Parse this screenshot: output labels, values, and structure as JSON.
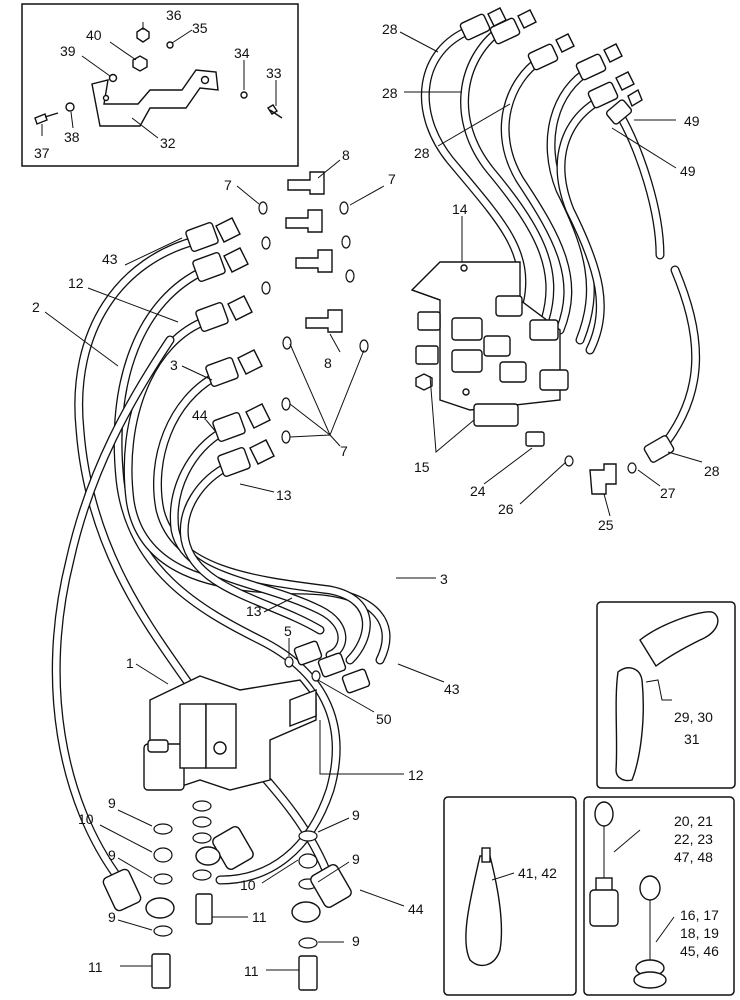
{
  "callouts": [
    {
      "id": "c36",
      "text": "36"
    },
    {
      "id": "c35",
      "text": "35"
    },
    {
      "id": "c40",
      "text": "40"
    },
    {
      "id": "c39",
      "text": "39"
    },
    {
      "id": "c34",
      "text": "34"
    },
    {
      "id": "c33",
      "text": "33"
    },
    {
      "id": "c37",
      "text": "37"
    },
    {
      "id": "c38",
      "text": "38"
    },
    {
      "id": "c32",
      "text": "32"
    },
    {
      "id": "c8a",
      "text": "8"
    },
    {
      "id": "c7a",
      "text": "7"
    },
    {
      "id": "c7b",
      "text": "7"
    },
    {
      "id": "c43a",
      "text": "43"
    },
    {
      "id": "c12a",
      "text": "12"
    },
    {
      "id": "c2",
      "text": "2"
    },
    {
      "id": "c8b",
      "text": "8"
    },
    {
      "id": "c3a",
      "text": "3"
    },
    {
      "id": "c44a",
      "text": "44"
    },
    {
      "id": "c7c",
      "text": "7"
    },
    {
      "id": "c13a",
      "text": "13"
    },
    {
      "id": "c28a",
      "text": "28"
    },
    {
      "id": "c28b",
      "text": "28"
    },
    {
      "id": "c28c",
      "text": "28"
    },
    {
      "id": "c49a",
      "text": "49"
    },
    {
      "id": "c49b",
      "text": "49"
    },
    {
      "id": "c14",
      "text": "14"
    },
    {
      "id": "c15",
      "text": "15"
    },
    {
      "id": "c24",
      "text": "24"
    },
    {
      "id": "c26",
      "text": "26"
    },
    {
      "id": "c25",
      "text": "25"
    },
    {
      "id": "c27",
      "text": "27"
    },
    {
      "id": "c28d",
      "text": "28"
    },
    {
      "id": "c3b",
      "text": "3"
    },
    {
      "id": "c13b",
      "text": "13"
    },
    {
      "id": "c5",
      "text": "5"
    },
    {
      "id": "c1",
      "text": "1"
    },
    {
      "id": "c43b",
      "text": "43"
    },
    {
      "id": "c50",
      "text": "50"
    },
    {
      "id": "c12b",
      "text": "12"
    },
    {
      "id": "c9a",
      "text": "9"
    },
    {
      "id": "c10a",
      "text": "10"
    },
    {
      "id": "c9b",
      "text": "9"
    },
    {
      "id": "c9c",
      "text": "9"
    },
    {
      "id": "c11a",
      "text": "11"
    },
    {
      "id": "c9d",
      "text": "9"
    },
    {
      "id": "c9e",
      "text": "9"
    },
    {
      "id": "c10b",
      "text": "10"
    },
    {
      "id": "c11b",
      "text": "11"
    },
    {
      "id": "c44b",
      "text": "44"
    },
    {
      "id": "c9f",
      "text": "9"
    },
    {
      "id": "c11c",
      "text": "11"
    },
    {
      "id": "c2930",
      "text": "29, 30"
    },
    {
      "id": "c31",
      "text": "31"
    },
    {
      "id": "c4142",
      "text": "41, 42"
    },
    {
      "id": "c2021",
      "text": "20, 21"
    },
    {
      "id": "c2223",
      "text": "22, 23"
    },
    {
      "id": "c4748",
      "text": "47, 48"
    },
    {
      "id": "c1617",
      "text": "16, 17"
    },
    {
      "id": "c1819",
      "text": "18, 19"
    },
    {
      "id": "c4546",
      "text": "45, 46"
    }
  ]
}
